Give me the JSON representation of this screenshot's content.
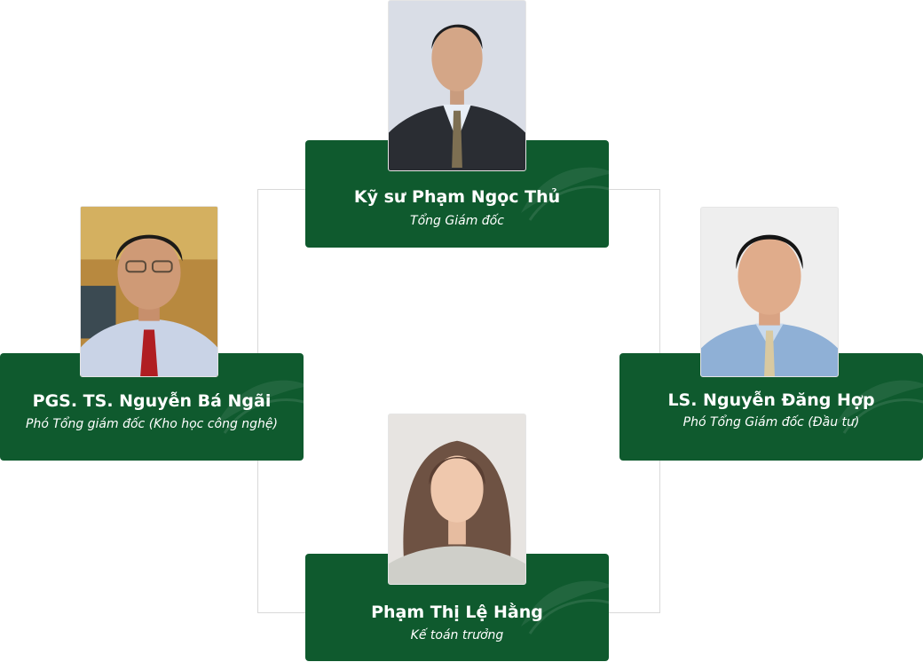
{
  "members": {
    "top": {
      "name": "Kỹ sư Phạm Ngọc Thủ",
      "role": "Tổng Giám đốc"
    },
    "left": {
      "name": "PGS. TS. Nguyễn Bá Ngãi",
      "role": "Phó Tổng giám đốc (Kho học công nghệ)"
    },
    "right": {
      "name": "LS. Nguyễn Đăng Hợp",
      "role": "Phó Tổng Giám đốc (Đầu tư)"
    },
    "bottom": {
      "name": "Phạm Thị Lệ Hằng",
      "role": "Kế toán trưởng"
    }
  },
  "colors": {
    "card_background": "#0f5a2e",
    "card_text": "#ffffff",
    "connector_line": "#d9d9d9"
  },
  "icons": {
    "card_decoration": "leaf-icon"
  }
}
